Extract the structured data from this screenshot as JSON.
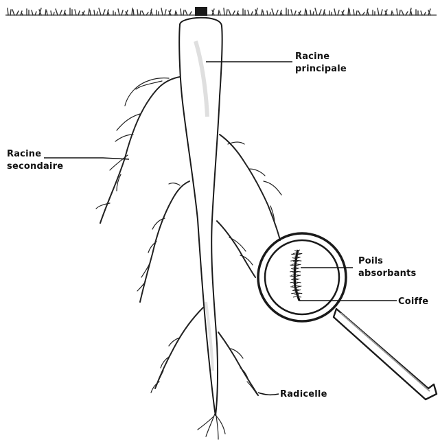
{
  "diagram": {
    "labels": {
      "racine_principale": [
        "Racine",
        "principale"
      ],
      "racine_secondaire": [
        "Racine",
        "secondaire"
      ],
      "poils_absorbants": [
        "Poils",
        "absorbants"
      ],
      "coiffe": "Coiffe",
      "radicelle": "Radicelle"
    }
  },
  "colors": {
    "ink": "#111111",
    "root_fill": "#f4f4f4",
    "root_shade": "#d0d0d0",
    "background": "#ffffff"
  },
  "icons": [
    "magnifying-glass-icon"
  ]
}
